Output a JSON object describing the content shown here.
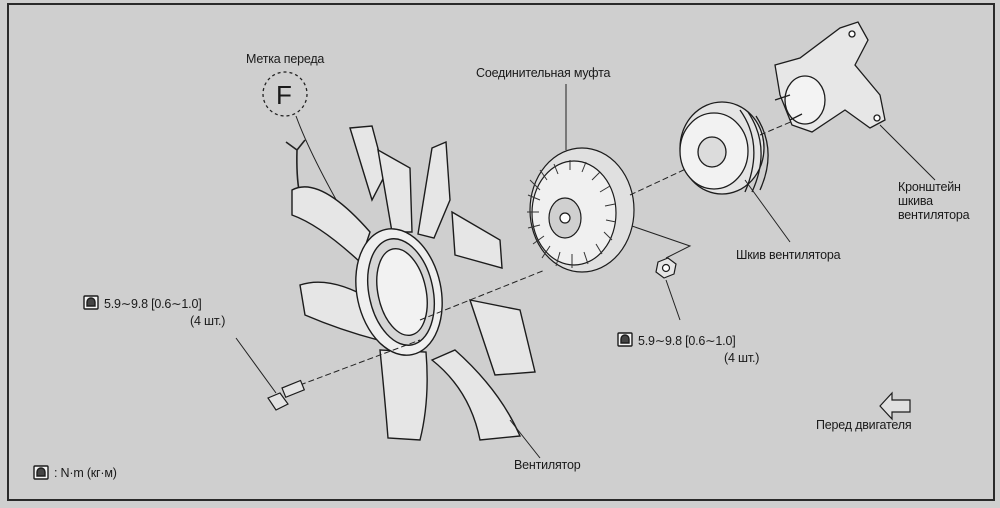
{
  "labels": {
    "front_mark": "Метка переда",
    "front_mark_letter": "F",
    "coupling": "Соединительная муфта",
    "bracket_line1": "Кронштейн",
    "bracket_line2": "шкива",
    "bracket_line3": "вентилятора",
    "pulley": "Шкив вентилятора",
    "fan": "Вентилятор",
    "engine_front": "Перед двигателя"
  },
  "torque_left": {
    "value": "5.9∼9.8  [0.6∼1.0]",
    "qty": "(4 шт.)"
  },
  "torque_right": {
    "value": "5.9∼9.8  [0.6∼1.0]",
    "qty": "(4 шт.)"
  },
  "legend": {
    "units": ": N·m (кг·м)"
  },
  "icons": [
    "torque-wrench-icon",
    "front-direction-arrow-icon"
  ],
  "colors": {
    "paper": "#cfcfcf",
    "ink": "#1a1a1a",
    "part_fill": "#e9e9e9"
  }
}
